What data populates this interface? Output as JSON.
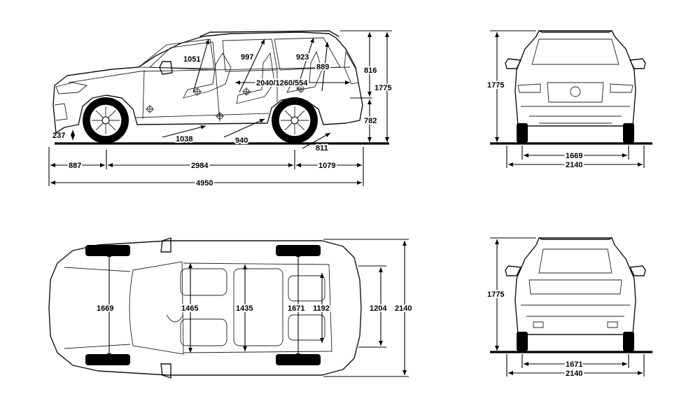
{
  "side_view": {
    "interior": {
      "headroom_front": "1051",
      "headroom_second_row": "997",
      "headroom_third_row": "923",
      "headroom_cargo": "889",
      "cargo_lengths": "2040/1260/554",
      "legroom_front": "1038",
      "legroom_second_row": "940",
      "legroom_third_row": "811"
    },
    "ground_clearance": "237",
    "overhang_front": "887",
    "wheelbase": "2984",
    "overhang_rear": "1079",
    "length_total": "4950",
    "roof_height_above": "816",
    "height_total": "1775",
    "sill_height": "782"
  },
  "front_view": {
    "height": "1775",
    "track": "1669",
    "width_mirrors": "2140"
  },
  "top_view": {
    "track_front": "1669",
    "shoulder_front": "1465",
    "shoulder_second": "1435",
    "track_rear_inner": "1671",
    "shoulder_third": "1192",
    "cargo_width": "1204",
    "width_total": "2140"
  },
  "rear_view": {
    "height": "1775",
    "track": "1671",
    "width_mirrors": "2140"
  }
}
